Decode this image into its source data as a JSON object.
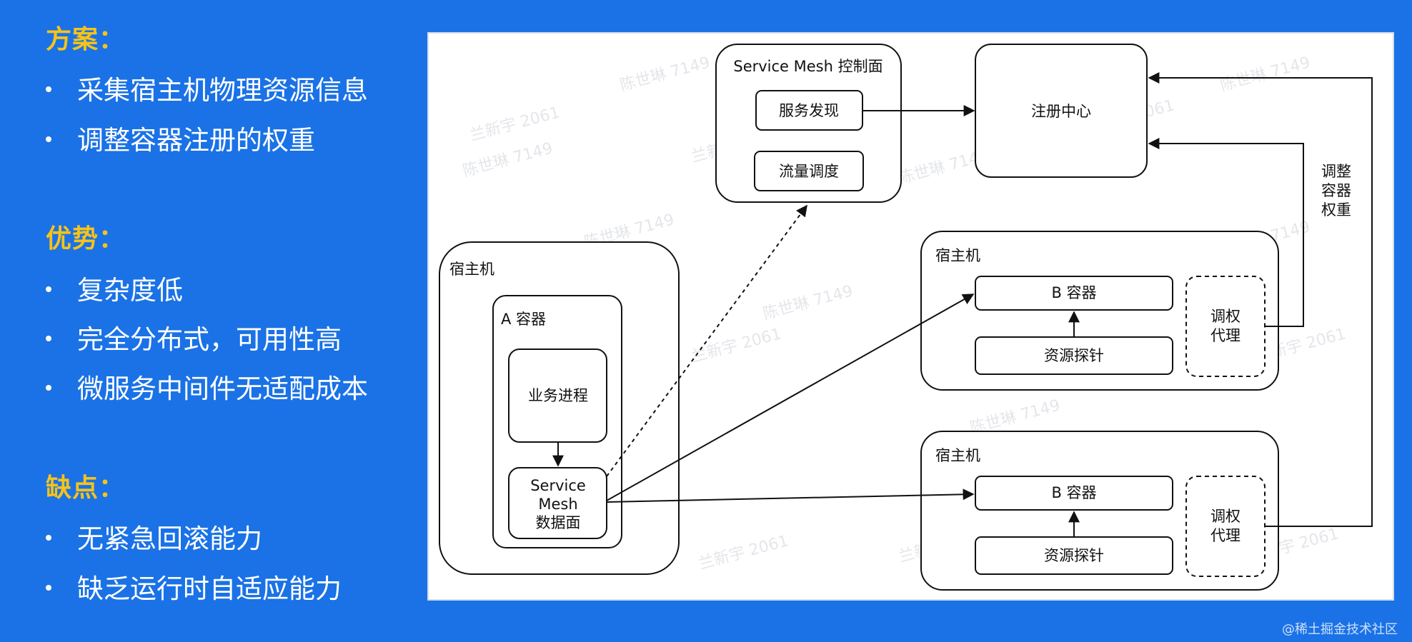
{
  "sections": [
    {
      "title": "方案：",
      "items": [
        "采集宿主机物理资源信息",
        "调整容器注册的权重"
      ]
    },
    {
      "title": "优势：",
      "items": [
        "复杂度低",
        "完全分布式，可用性高",
        "微服务中间件无适配成本"
      ]
    },
    {
      "title": "缺点：",
      "items": [
        "无紧急回滚能力",
        "缺乏运行时自适应能力"
      ]
    }
  ],
  "diagram": {
    "control_plane": {
      "title": "Service Mesh 控制面",
      "service_discovery": "服务发现",
      "traffic_scheduling": "流量调度"
    },
    "registry": {
      "label": "注册中心"
    },
    "weight_note": [
      "调整",
      "容器",
      "权重"
    ],
    "host_a": {
      "label": "宿主机",
      "container_label": "A 容器",
      "business_process": "业务进程",
      "data_plane": [
        "Service",
        "Mesh",
        "数据面"
      ]
    },
    "host_b1": {
      "label": "宿主机",
      "container": "B 容器",
      "probe": "资源探针",
      "agent": [
        "调权",
        "代理"
      ]
    },
    "host_b2": {
      "label": "宿主机",
      "container": "B 容器",
      "probe": "资源探针",
      "agent": [
        "调权",
        "代理"
      ]
    },
    "watermarks": [
      "陈世琳 7149",
      "兰新宇 2061"
    ]
  },
  "footer": {
    "credit": "@稀土掘金技术社区"
  },
  "colors": {
    "background": "#1a72e6",
    "heading": "#f6c31a",
    "text": "#ffffff"
  }
}
